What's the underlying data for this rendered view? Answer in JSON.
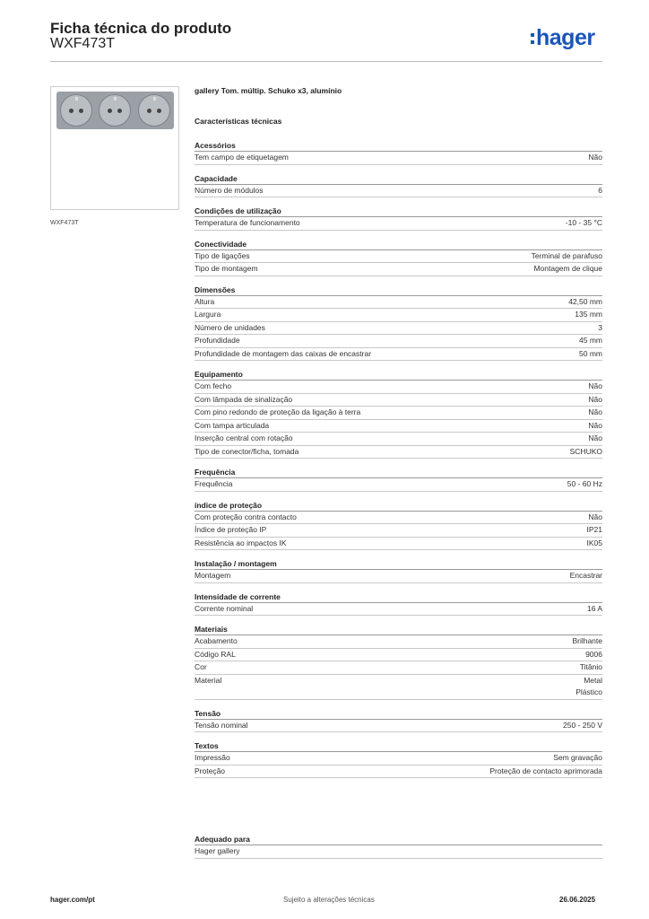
{
  "header": {
    "title": "Ficha técnica do produto",
    "code": "WXF473T",
    "logo": "hager"
  },
  "image_caption": "WXF473T",
  "product_description": "gallery Tom. múltip. Schuko x3, alumínio",
  "tech_heading": "Características técnicas",
  "sections": [
    {
      "title": "Acessórios",
      "rows": [
        {
          "label": "Tem campo de etiquetagem",
          "value": [
            "Não"
          ]
        }
      ]
    },
    {
      "title": "Capacidade",
      "rows": [
        {
          "label": "Número de módulos",
          "value": [
            "6"
          ]
        }
      ]
    },
    {
      "title": "Condições de utilização",
      "rows": [
        {
          "label": "Temperatura de funcionamento",
          "value": [
            "-10 - 35 °C"
          ]
        }
      ]
    },
    {
      "title": "Conectividade",
      "rows": [
        {
          "label": "Tipo de ligações",
          "value": [
            "Terminal de parafuso"
          ]
        },
        {
          "label": "Tipo de montagem",
          "value": [
            "Montagem de clique"
          ]
        }
      ]
    },
    {
      "title": "Dimensões",
      "rows": [
        {
          "label": "Altura",
          "value": [
            "42,50 mm"
          ]
        },
        {
          "label": "Largura",
          "value": [
            "135 mm"
          ]
        },
        {
          "label": "Número de unidades",
          "value": [
            "3"
          ]
        },
        {
          "label": "Profundidade",
          "value": [
            "45 mm"
          ]
        },
        {
          "label": "Profundidade de montagem das caixas de encastrar",
          "value": [
            "50 mm"
          ]
        }
      ]
    },
    {
      "title": "Equipamento",
      "rows": [
        {
          "label": "Com fecho",
          "value": [
            "Não"
          ]
        },
        {
          "label": "Com lâmpada de sinalização",
          "value": [
            "Não"
          ]
        },
        {
          "label": "Com pino redondo de proteção da ligação à terra",
          "value": [
            "Não"
          ]
        },
        {
          "label": "Com tampa articulada",
          "value": [
            "Não"
          ]
        },
        {
          "label": "Inserção central com rotação",
          "value": [
            "Não"
          ]
        },
        {
          "label": "Tipo de conector/ficha, tomada",
          "value": [
            "SCHUKO"
          ]
        }
      ]
    },
    {
      "title": "Frequência",
      "rows": [
        {
          "label": "Frequência",
          "value": [
            "50 - 60 Hz"
          ]
        }
      ]
    },
    {
      "title": "índice de proteção",
      "rows": [
        {
          "label": "Com proteção contra contacto",
          "value": [
            "Não"
          ]
        },
        {
          "label": "Índice de proteção IP",
          "value": [
            "IP21"
          ]
        },
        {
          "label": "Resistência ao impactos IK",
          "value": [
            "IK05"
          ]
        }
      ]
    },
    {
      "title": "Instalação / montagem",
      "rows": [
        {
          "label": "Montagem",
          "value": [
            "Encastrar"
          ]
        }
      ]
    },
    {
      "title": "Intensidade de corrente",
      "rows": [
        {
          "label": "Corrente nominal",
          "value": [
            "16 A"
          ]
        }
      ]
    },
    {
      "title": "Materiais",
      "rows": [
        {
          "label": "Acabamento",
          "value": [
            "Brilhante"
          ]
        },
        {
          "label": "Código RAL",
          "value": [
            "9006"
          ]
        },
        {
          "label": "Cor",
          "value": [
            "Titânio"
          ]
        },
        {
          "label": "Material",
          "value": [
            "Metal",
            "Plástico"
          ]
        }
      ]
    },
    {
      "title": "Tensão",
      "rows": [
        {
          "label": "Tensão nominal",
          "value": [
            "250 - 250 V"
          ]
        }
      ]
    },
    {
      "title": "Textos",
      "rows": [
        {
          "label": "Impressão",
          "value": [
            "Sem gravação"
          ]
        },
        {
          "label": "Proteção",
          "value": [
            "Proteção de contacto aprimorada"
          ]
        }
      ]
    }
  ],
  "adequado": {
    "title": "Adequado para",
    "rows": [
      {
        "label": "Hager gallery",
        "value": []
      }
    ]
  },
  "footer": {
    "left": "hager.com/pt",
    "center": "Sujeito a alterações técnicas",
    "right": "26.06.2025"
  }
}
